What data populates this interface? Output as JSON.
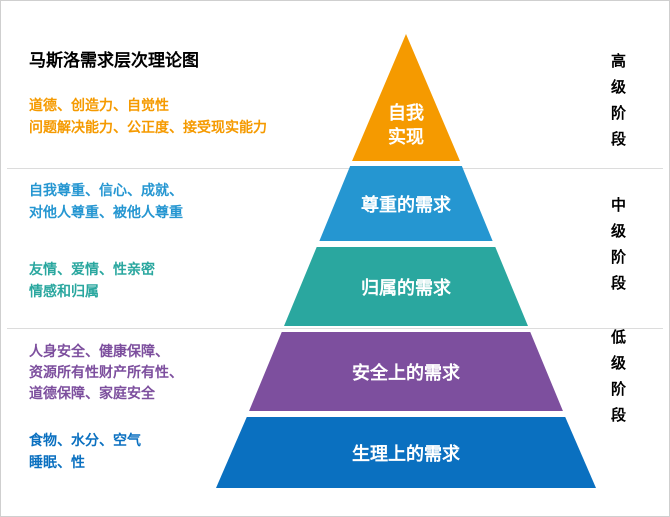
{
  "title": "马斯洛需求层次理论图",
  "stage_labels": {
    "high": "高级阶段",
    "mid": "中级阶段",
    "low": "低级阶段"
  },
  "levels": [
    {
      "label": "自我实现",
      "color": "#F59A00",
      "desc1": "道德、创造力、自觉性",
      "desc2": "问题解决能力、公正度、接受现实能力"
    },
    {
      "label": "尊重的需求",
      "color": "#2596D1",
      "desc1": "自我尊重、信心、成就、",
      "desc2": "对他人尊重、被他人尊重"
    },
    {
      "label": "归属的需求",
      "color": "#2AA79F",
      "desc1": "友情、爱情、性亲密",
      "desc2": "情感和归属"
    },
    {
      "label": "安全上的需求",
      "color": "#7D4F9E",
      "desc1": "人身安全、健康保障、",
      "desc2": "资源所有性财产所有性、",
      "desc3": "道德保障、家庭安全"
    },
    {
      "label": "生理上的需求",
      "color": "#0A70C0",
      "desc1": "食物、水分、空气",
      "desc2": "睡眠、性"
    }
  ]
}
